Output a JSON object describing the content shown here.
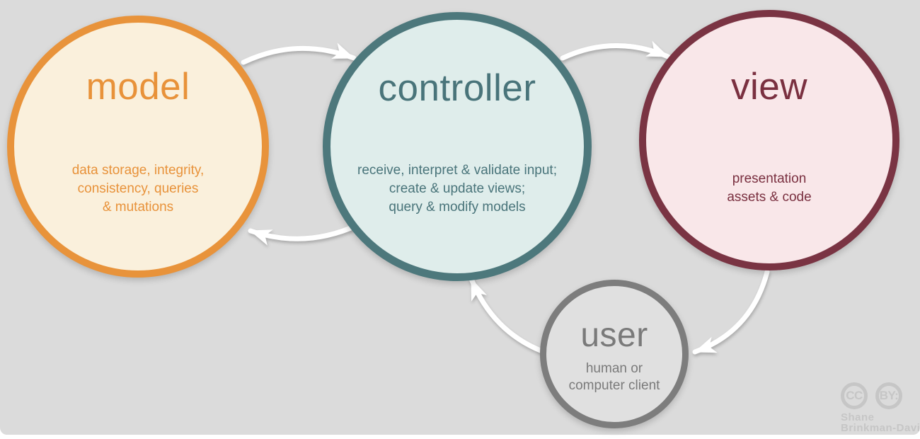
{
  "colors": {
    "page_bg": "#ffffff",
    "canvas_bg": "#dbdbdb"
  },
  "nodes": [
    {
      "id": "model",
      "title": "model",
      "lines": [
        "data storage, integrity,",
        "consistency, queries",
        "& mutations"
      ],
      "border_color": "#e8933b",
      "fill_color": "#faf0dc",
      "text_color": "#e8923a"
    },
    {
      "id": "controller",
      "title": "controller",
      "lines": [
        "receive, interpret & validate input;",
        "create & update views;",
        "query & modify models"
      ],
      "border_color": "#4d787c",
      "fill_color": "#dfedeb",
      "text_color": "#49747a"
    },
    {
      "id": "view",
      "title": "view",
      "lines": [
        "presentation",
        "assets & code"
      ],
      "border_color": "#7a3443",
      "fill_color": "#f9e7e9",
      "text_color": "#7a3040"
    },
    {
      "id": "user",
      "title": "user",
      "lines": [
        "human or",
        "computer client"
      ],
      "border_color": "#7d7d7d",
      "fill_color": "#e0e0e0",
      "text_color": "#7a7a7a"
    }
  ],
  "arrows": {
    "color": "#ffffff",
    "connections": [
      {
        "from": "model",
        "to": "controller"
      },
      {
        "from": "controller",
        "to": "view"
      },
      {
        "from": "controller",
        "to": "model"
      },
      {
        "from": "view",
        "to": "user"
      },
      {
        "from": "user",
        "to": "controller"
      }
    ]
  },
  "attribution": {
    "badge_cc": "CC",
    "badge_by": "BY:",
    "name_line1": "Shane",
    "name_line2": "Brinkman-Davis",
    "color": "#c6c6c6"
  }
}
